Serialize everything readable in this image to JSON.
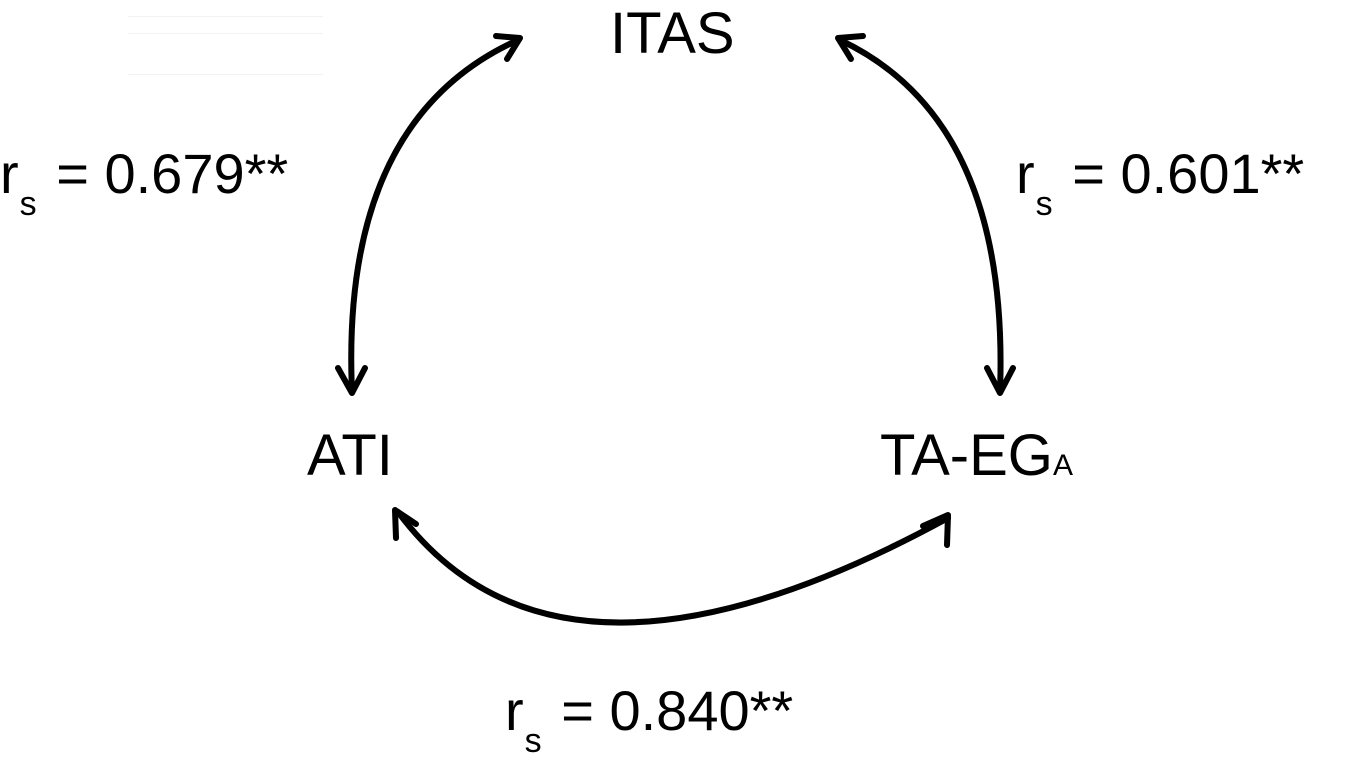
{
  "diagram": {
    "type": "correlation-triangle",
    "nodes": {
      "top": {
        "label": "ITAS",
        "subscript": ""
      },
      "left": {
        "label": "ATI",
        "subscript": ""
      },
      "right": {
        "label": "TA-EG",
        "subscript": "A"
      }
    },
    "edges": [
      {
        "id": "itas-ati",
        "from": "ITAS",
        "to": "ATI",
        "symbol": "r",
        "symbol_sub": "s",
        "relation": "=",
        "value": "0.679",
        "significance": "**",
        "text": " = 0.679**"
      },
      {
        "id": "itas-taega",
        "from": "ITAS",
        "to": "TA-EGA",
        "symbol": "r",
        "symbol_sub": "s",
        "relation": "=",
        "value": "0.601",
        "significance": "**",
        "text": " = 0.601**"
      },
      {
        "id": "ati-taega",
        "from": "ATI",
        "to": "TA-EGA",
        "symbol": "r",
        "symbol_sub": "s",
        "relation": "=",
        "value": "0.840",
        "significance": "**",
        "text": " = 0.840**"
      }
    ],
    "arrow_color": "#000000",
    "text_color": "#000000",
    "background": "#ffffff"
  }
}
